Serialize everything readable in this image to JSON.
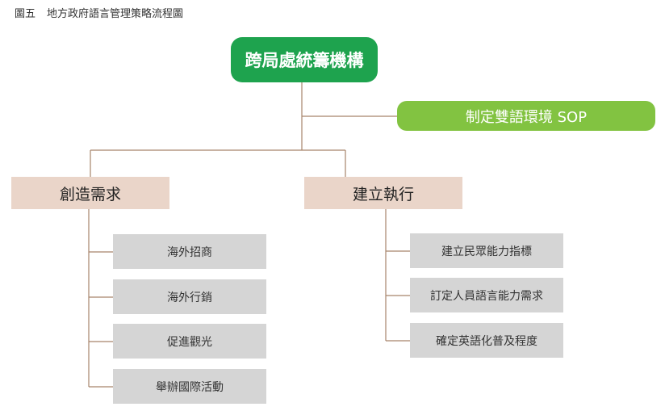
{
  "figure": {
    "label": "圖五",
    "title": "地方政府語言管理策略流程圖"
  },
  "root": {
    "label": "跨局處統籌機構"
  },
  "side_goal": {
    "label": "制定雙語環境 SOP"
  },
  "branches": [
    {
      "label": "創造需求",
      "items": [
        "海外招商",
        "海外行銷",
        "促進觀光",
        "舉辦國際活動"
      ]
    },
    {
      "label": "建立執行",
      "items": [
        "建立民眾能力指標",
        "訂定人員語言能力需求",
        "確定英語化普及程度"
      ]
    }
  ],
  "colors": {
    "root": "#1ea34e",
    "side_goal": "#82c341",
    "branch": "#ead5c9",
    "leaf": "#d5d5d5",
    "connector": "#a6846b"
  }
}
